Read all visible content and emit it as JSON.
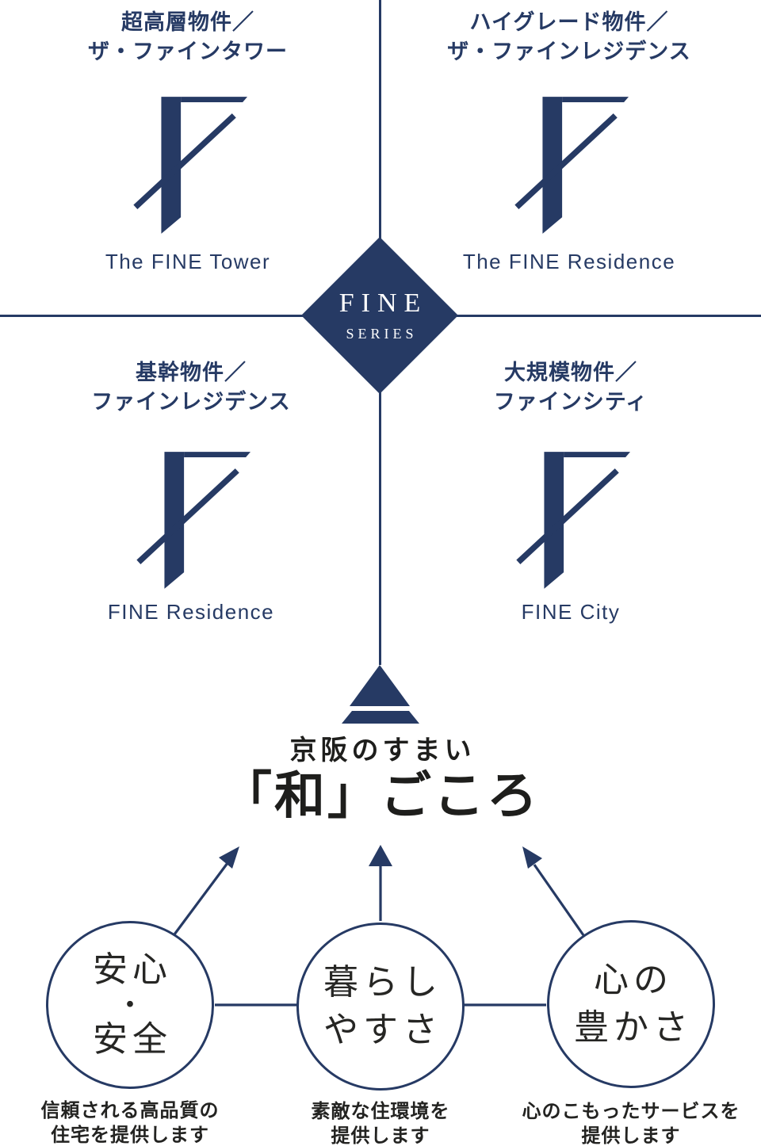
{
  "colors": {
    "navy": "#263a64",
    "ink": "#1e1e1c",
    "background": "#ffffff"
  },
  "center_badge": {
    "title": "FINE",
    "subtitle": "SERIES"
  },
  "quadrants": [
    {
      "position": "top-left",
      "category": "超高層物件／",
      "name_jp": "ザ・ファインタワー",
      "name_en": "The FINE Tower"
    },
    {
      "position": "top-right",
      "category": "ハイグレード物件／",
      "name_jp": "ザ・ファインレジデンス",
      "name_en": "The FINE Residence"
    },
    {
      "position": "bottom-left",
      "category": "基幹物件／",
      "name_jp": "ファインレジデンス",
      "name_en": "FINE Residence"
    },
    {
      "position": "bottom-right",
      "category": "大規模物件／",
      "name_jp": "ファインシティ",
      "name_en": "FINE City"
    }
  ],
  "philosophy": {
    "brand_line": "京阪のすまい",
    "concept_line": "「和」ごころ"
  },
  "values": [
    {
      "circle_lines": [
        "安心",
        "・",
        "安全"
      ],
      "caption_lines": [
        "信頼される高品質の",
        "住宅を提供します"
      ]
    },
    {
      "circle_lines": [
        "暮らし",
        "やすさ"
      ],
      "caption_lines": [
        "素敵な住環境を",
        "提供します"
      ]
    },
    {
      "circle_lines": [
        "心の",
        "豊かさ"
      ],
      "caption_lines": [
        "心のこもったサービスを",
        "提供します"
      ]
    }
  ]
}
